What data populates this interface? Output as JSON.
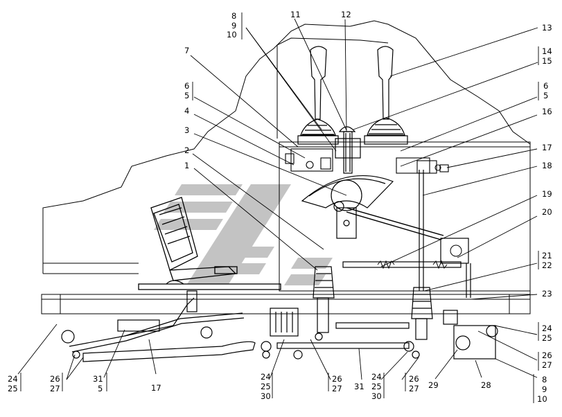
{
  "labels": {
    "c_8": "8",
    "c_9": "9",
    "c_10": "10",
    "c_11": "11",
    "c_12": "12",
    "c_13": "13",
    "c_14": "14",
    "c_15": "15",
    "c_7": "7",
    "c_6l": "6",
    "c_5l": "5",
    "c_6r": "6",
    "c_5r": "5",
    "c_4": "4",
    "c_3": "3",
    "c_2": "2",
    "c_1": "1",
    "c_16": "16",
    "c_17r": "17",
    "c_18": "18",
    "c_19": "19",
    "c_20": "20",
    "c_21": "21",
    "c_22": "22",
    "c_23": "23",
    "c_24r": "24",
    "c_25r": "25",
    "c_26r": "26",
    "c_27r": "27",
    "c_8b": "8",
    "c_9b": "9",
    "c_10b": "10",
    "c_28": "28",
    "c_29": "29",
    "c_24a": "24",
    "c_25a": "25",
    "c_26a": "26",
    "c_27a": "27",
    "c_31a": "31",
    "c_5a": "5",
    "c_17a": "17",
    "c_24b": "24",
    "c_25b": "25",
    "c_30b": "30",
    "c_26b": "26",
    "c_27b": "27",
    "c_31b": "31",
    "c_24c": "24",
    "c_25c": "25",
    "c_30c": "30",
    "c_26c": "26",
    "c_27c": "27"
  },
  "colors": {
    "line": "#000000",
    "watermark": "#b9b9b9"
  }
}
